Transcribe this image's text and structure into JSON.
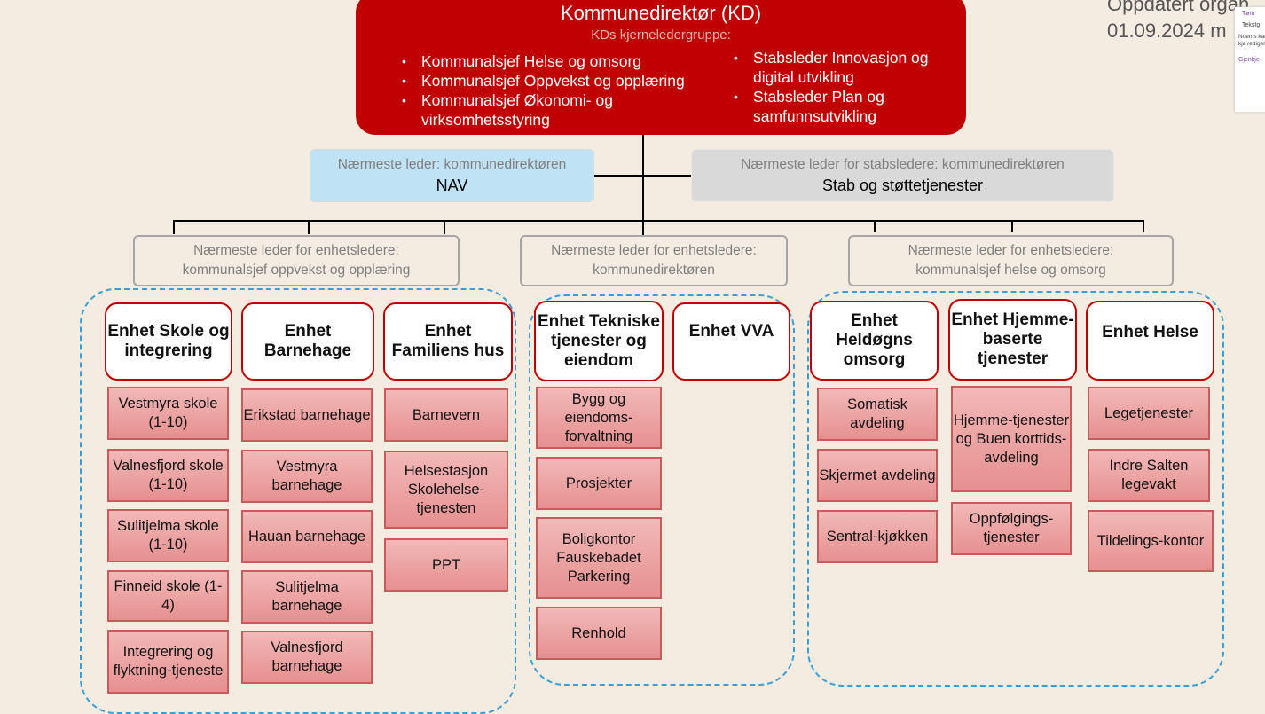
{
  "updated": {
    "line1": "Oppdatert organ",
    "line2": "01.09.2024 m"
  },
  "overlay": {
    "top": "Tøm",
    "heading": "Tekstg",
    "text": "Noen s kan kja rediger",
    "link": "Gjenkje"
  },
  "top": {
    "title": "Kommunedirektør (KD)",
    "subtitle": "KDs kjerneledergruppe:",
    "left_bullets": [
      "Kommunalsjef Helse og omsorg",
      "Kommunalsjef Oppvekst og opplæring",
      "Kommunalsjef Økonomi- og virksomhetsstyring"
    ],
    "right_bullets": [
      "Stabsleder Innovasjon og digital utvikling",
      "Stabsleder Plan og samfunnsutvikling"
    ]
  },
  "nav": {
    "note": "Nærmeste leder: kommunedirektøren",
    "title": "NAV"
  },
  "stab": {
    "note": "Nærmeste leder for stabsledere: kommunedirektøren",
    "title": "Stab og støttetjenester"
  },
  "managers": [
    {
      "line1": "Nærmeste leder for enhetsledere:",
      "line2": "kommunalsjef oppvekst og opplæring"
    },
    {
      "line1": "Nærmeste leder for enhetsledere:",
      "line2": "kommunedirektøren"
    },
    {
      "line1": "Nærmeste leder for enhetsledere:",
      "line2": "kommunalsjef helse og omsorg"
    }
  ],
  "units": [
    {
      "title": "Enhet Skole og integrering",
      "subs": [
        "Vestmyra skole (1-10)",
        "Valnesfjord skole (1-10)",
        "Sulitjelma skole (1-10)",
        "Finneid skole (1-4)",
        "Integrering og flyktning-tjeneste"
      ]
    },
    {
      "title": "Enhet Barnehage",
      "subs": [
        "Erikstad barnehage",
        "Vestmyra barnehage",
        "Hauan barnehage",
        "Sulitjelma barnehage",
        "Valnesfjord barnehage"
      ]
    },
    {
      "title": "Enhet Familiens hus",
      "subs": [
        "Barnevern",
        "Helsestasjon Skolehelse-tjenesten",
        "PPT"
      ]
    },
    {
      "title": "Enhet Tekniske tjenester og eiendom",
      "subs": [
        "Bygg og eiendoms-forvaltning",
        "Prosjekter",
        "Boligkontor Fauskebadet Parkering",
        "Renhold"
      ]
    },
    {
      "title": "Enhet VVA",
      "subs": []
    },
    {
      "title": "Enhet Heldøgns omsorg",
      "subs": [
        "Somatisk avdeling",
        "Skjermet avdeling",
        "Sentral-kjøkken"
      ]
    },
    {
      "title": "Enhet Hjemme-baserte tjenester",
      "subs": [
        "Hjemme-tjenester og Buen korttids-avdeling",
        "Oppfølgings-tjenester"
      ]
    },
    {
      "title": "Enhet Helse",
      "subs": [
        "Legetjenester",
        "Indre Salten legevakt",
        "Tildelings-kontor"
      ]
    }
  ],
  "colors": {
    "primary_red": "#c00000",
    "nav_blue": "#bfe3f5",
    "stab_gray": "#d9d9d9",
    "dash_blue": "#3a9fd6",
    "sub_fill": "#eda4a4",
    "background": "#f4ece0"
  }
}
